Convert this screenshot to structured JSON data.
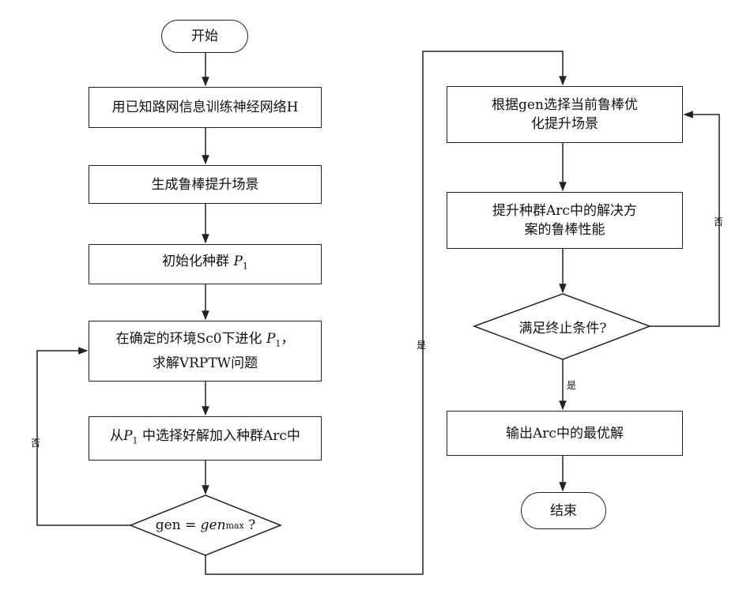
{
  "nodes": {
    "start": "开始",
    "train": "用已知路网信息训练神经网络H",
    "generate": "生成鲁棒提升场景",
    "init_prefix": "初始化种群",
    "init_var": "P",
    "init_sub": "1",
    "evolve_line1_prefix": "在确定的环境Sc0下进化",
    "evolve_var": "P",
    "evolve_sub": "1",
    "evolve_line1_suffix": "，",
    "evolve_line2": "求解VRPTW问题",
    "select_prefix": "从",
    "select_var": "P",
    "select_sub": "1",
    "select_suffix": "中选择好解加入种群Arc中",
    "check_gen_lhs": "gen",
    "check_gen_eq": "=",
    "check_gen_rhs": "gen",
    "check_gen_sub": "max",
    "check_gen_q": "?",
    "choose_line1": "根据gen选择当前鲁棒优",
    "choose_line2": "化提升场景",
    "improve_line1": "提升种群Arc中的解决方",
    "improve_line2": "案的鲁棒性能",
    "terminate": "满足终止条件?",
    "output": "输出Arc中的最优解",
    "end": "结束"
  },
  "edge_labels": {
    "yes_main": "是",
    "no_left": "否",
    "no_right": "否",
    "yes_right": "是"
  }
}
